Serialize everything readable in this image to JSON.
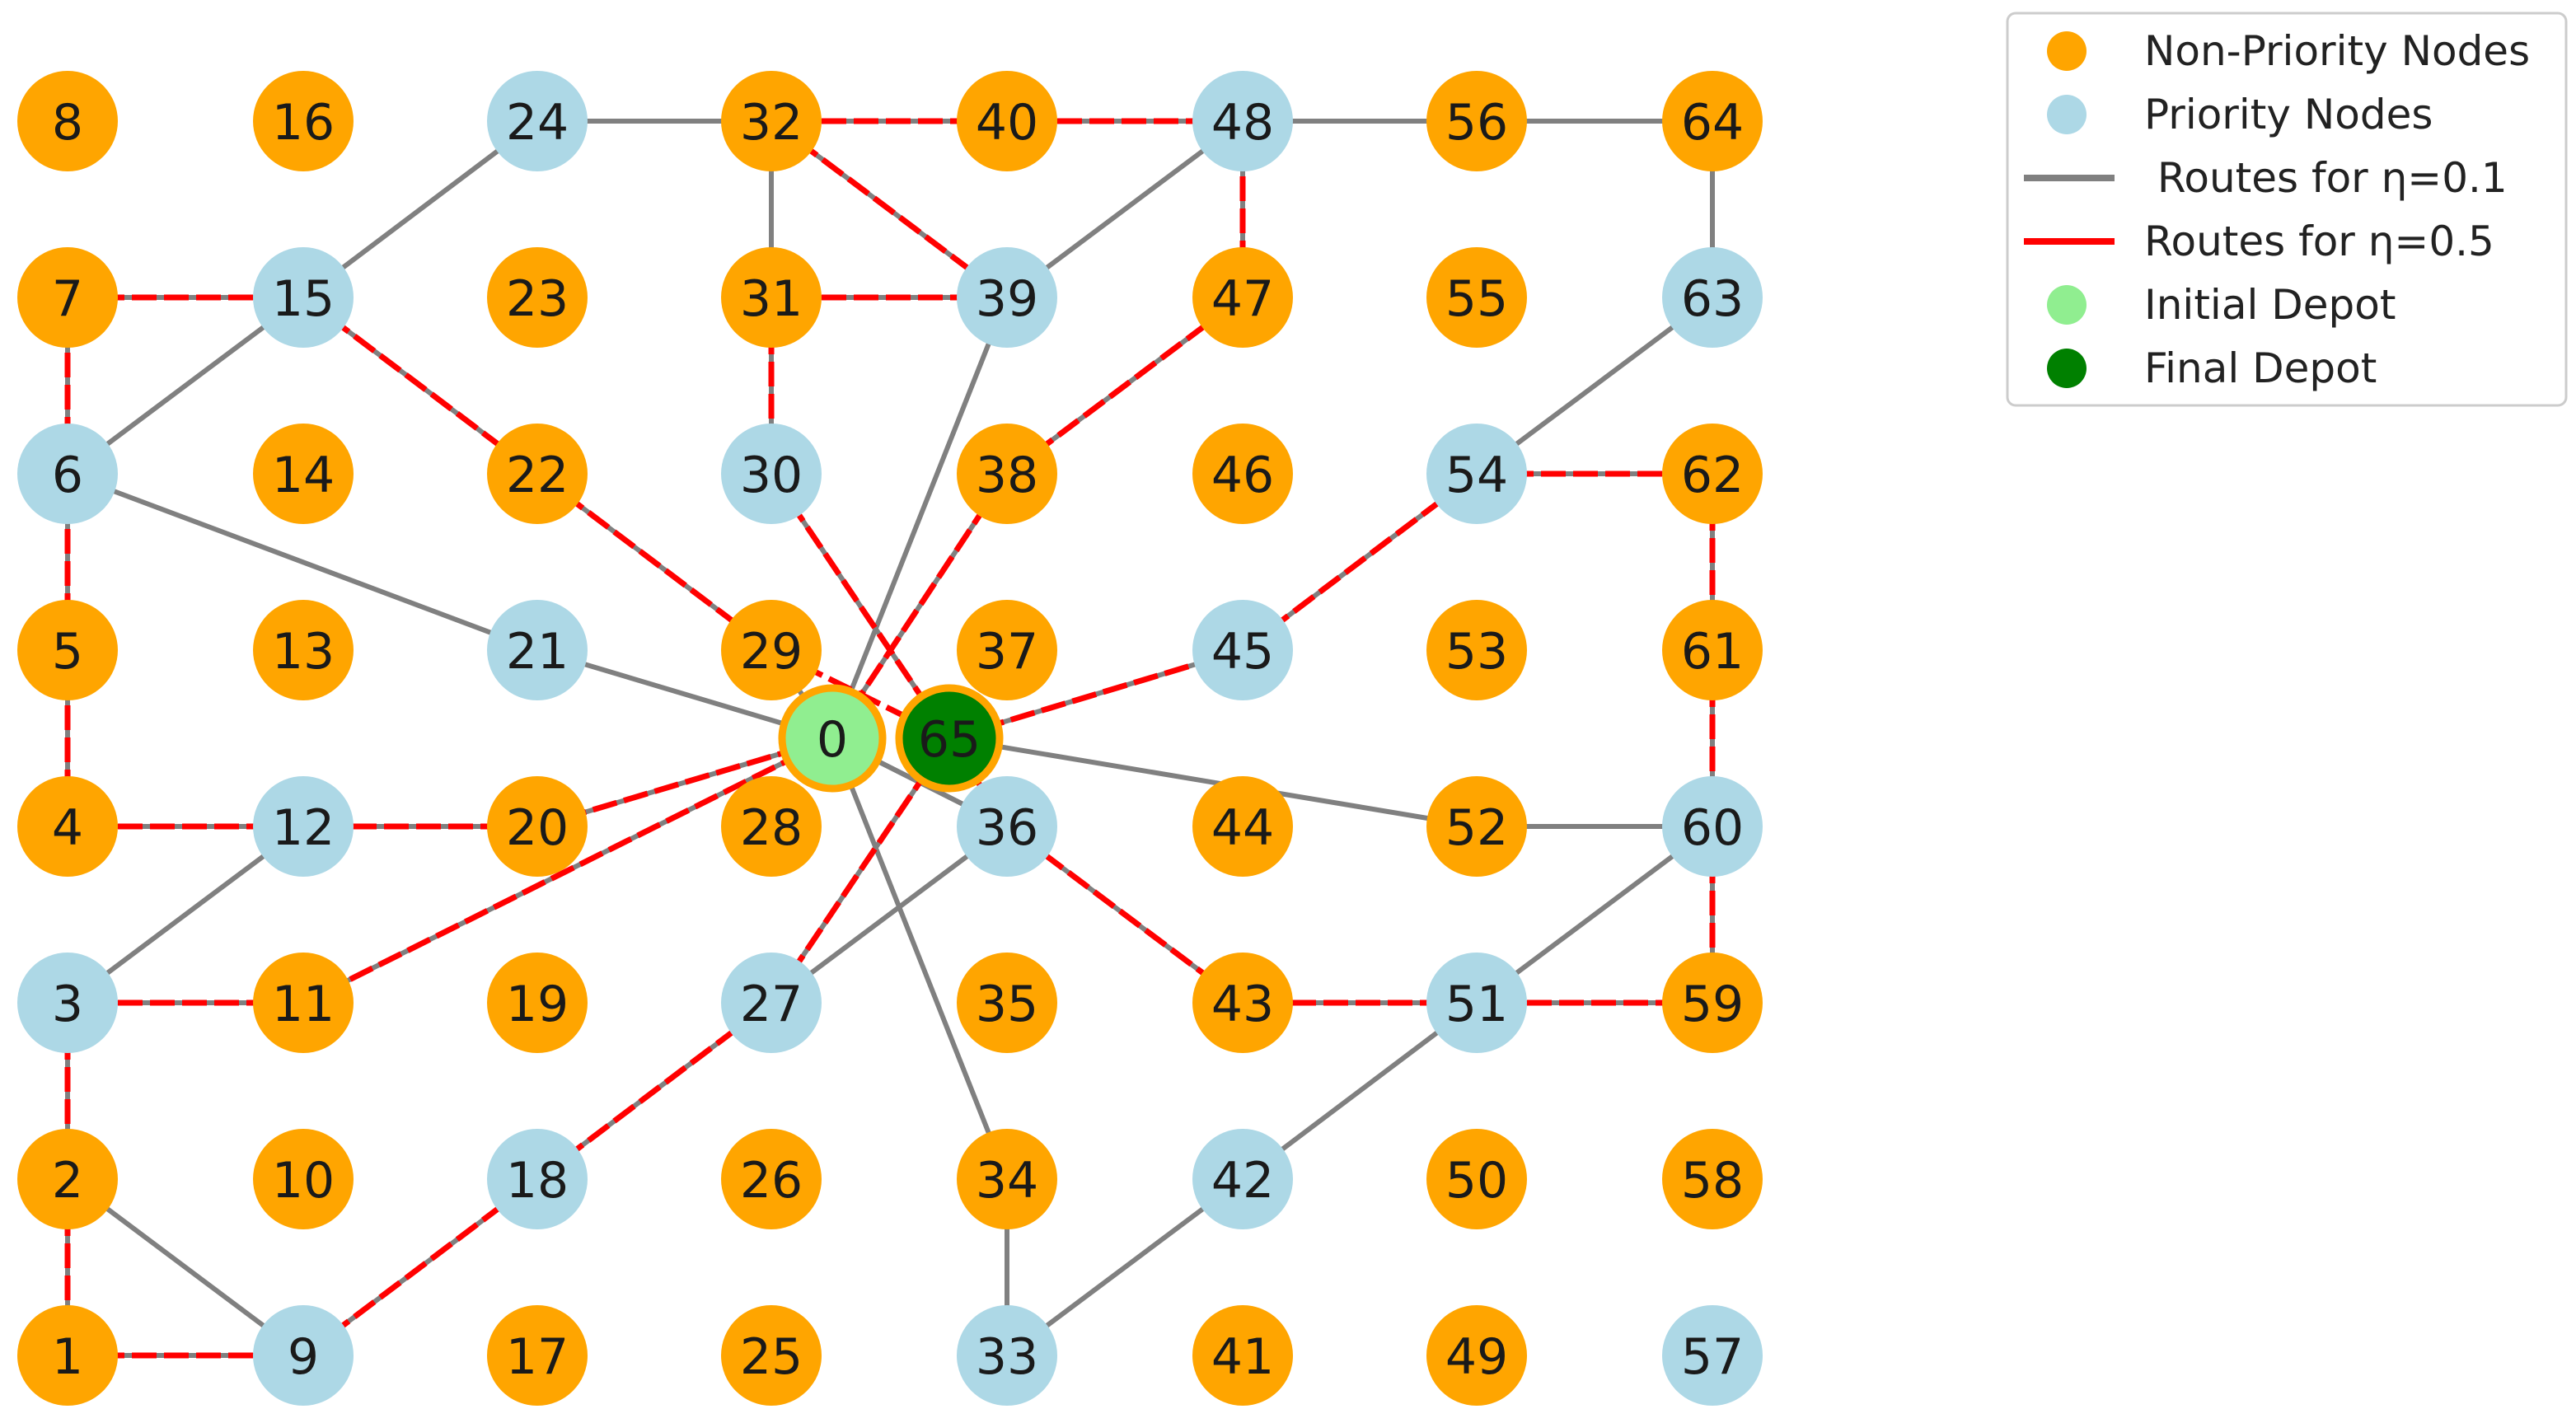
{
  "colors": {
    "non_priority": "#FFA500",
    "priority": "#ADD8E6",
    "route_eta_01": "#808080",
    "route_eta_05": "#FF0000",
    "initial_depot": "#90EE90",
    "final_depot": "#008000",
    "depot_border": "#FFA500"
  },
  "nodes": {
    "priority": [
      3,
      6,
      9,
      12,
      15,
      18,
      21,
      24,
      27,
      30,
      33,
      36,
      39,
      42,
      45,
      48,
      51,
      54,
      57,
      60,
      63
    ],
    "non_priority": [
      1,
      2,
      4,
      5,
      7,
      8,
      10,
      11,
      13,
      14,
      16,
      17,
      19,
      20,
      22,
      23,
      25,
      26,
      28,
      29,
      31,
      32,
      34,
      35,
      37,
      38,
      40,
      41,
      43,
      44,
      46,
      47,
      49,
      50,
      52,
      53,
      55,
      56,
      58,
      59,
      61,
      62,
      64
    ],
    "initial_depot": "0",
    "final_depot": "65"
  },
  "routes": {
    "eta_01": [
      [
        0,
        21
      ],
      [
        21,
        6
      ],
      [
        6,
        15
      ],
      [
        15,
        24
      ],
      [
        24,
        32
      ],
      [
        32,
        31
      ],
      [
        31,
        39
      ],
      [
        39,
        48
      ],
      [
        48,
        56
      ],
      [
        56,
        64
      ],
      [
        64,
        63
      ],
      [
        63,
        54
      ],
      [
        54,
        62
      ],
      [
        62,
        61
      ],
      [
        61,
        60
      ],
      [
        60,
        52
      ],
      [
        52,
        65
      ],
      [
        0,
        39
      ],
      [
        32,
        40
      ],
      [
        40,
        48
      ],
      [
        48,
        47
      ],
      [
        47,
        38
      ],
      [
        38,
        0
      ],
      [
        0,
        36
      ],
      [
        36,
        27
      ],
      [
        27,
        18
      ],
      [
        18,
        9
      ],
      [
        9,
        2
      ],
      [
        2,
        1
      ],
      [
        1,
        9
      ],
      [
        0,
        34
      ],
      [
        34,
        33
      ],
      [
        33,
        42
      ],
      [
        42,
        51
      ],
      [
        51,
        60
      ],
      [
        60,
        59
      ],
      [
        59,
        51
      ],
      [
        51,
        43
      ],
      [
        43,
        36
      ],
      [
        36,
        0
      ],
      [
        0,
        20
      ],
      [
        20,
        12
      ],
      [
        12,
        3
      ],
      [
        3,
        11
      ],
      [
        11,
        0
      ],
      [
        7,
        15
      ],
      [
        7,
        6
      ],
      [
        6,
        5
      ],
      [
        5,
        4
      ],
      [
        4,
        12
      ],
      [
        3,
        2
      ],
      [
        15,
        22
      ],
      [
        22,
        29
      ],
      [
        29,
        0
      ],
      [
        30,
        65
      ],
      [
        65,
        45
      ],
      [
        45,
        54
      ],
      [
        27,
        65
      ],
      [
        32,
        39
      ],
      [
        31,
        30
      ]
    ],
    "eta_05": [
      [
        0,
        11
      ],
      [
        11,
        3
      ],
      [
        3,
        2
      ],
      [
        2,
        1
      ],
      [
        1,
        9
      ],
      [
        9,
        18
      ],
      [
        18,
        27
      ],
      [
        27,
        65
      ],
      [
        0,
        20
      ],
      [
        20,
        12
      ],
      [
        12,
        4
      ],
      [
        4,
        5
      ],
      [
        5,
        6
      ],
      [
        6,
        7
      ],
      [
        7,
        15
      ],
      [
        15,
        22
      ],
      [
        22,
        29
      ],
      [
        29,
        65
      ],
      [
        0,
        38
      ],
      [
        38,
        47
      ],
      [
        47,
        48
      ],
      [
        48,
        40
      ],
      [
        40,
        32
      ],
      [
        32,
        39
      ],
      [
        39,
        31
      ],
      [
        31,
        30
      ],
      [
        30,
        65
      ],
      [
        65,
        45
      ],
      [
        45,
        54
      ],
      [
        54,
        62
      ],
      [
        62,
        61
      ],
      [
        61,
        60
      ],
      [
        60,
        59
      ],
      [
        59,
        51
      ],
      [
        51,
        43
      ],
      [
        43,
        36
      ],
      [
        36,
        65
      ]
    ]
  },
  "legend": {
    "items": [
      {
        "label": "Non-Priority Nodes",
        "kind": "dot",
        "color": "#FFA500"
      },
      {
        "label": "Priority Nodes",
        "kind": "dot",
        "color": "#ADD8E6"
      },
      {
        "label": " Routes for η=0.1",
        "kind": "line",
        "color": "#808080"
      },
      {
        "label": "Routes for η=0.5",
        "kind": "line",
        "color": "#FF0000"
      },
      {
        "label": "Initial Depot",
        "kind": "dot",
        "color": "#90EE90"
      },
      {
        "label": "Final Depot",
        "kind": "dot",
        "color": "#008000"
      }
    ]
  }
}
